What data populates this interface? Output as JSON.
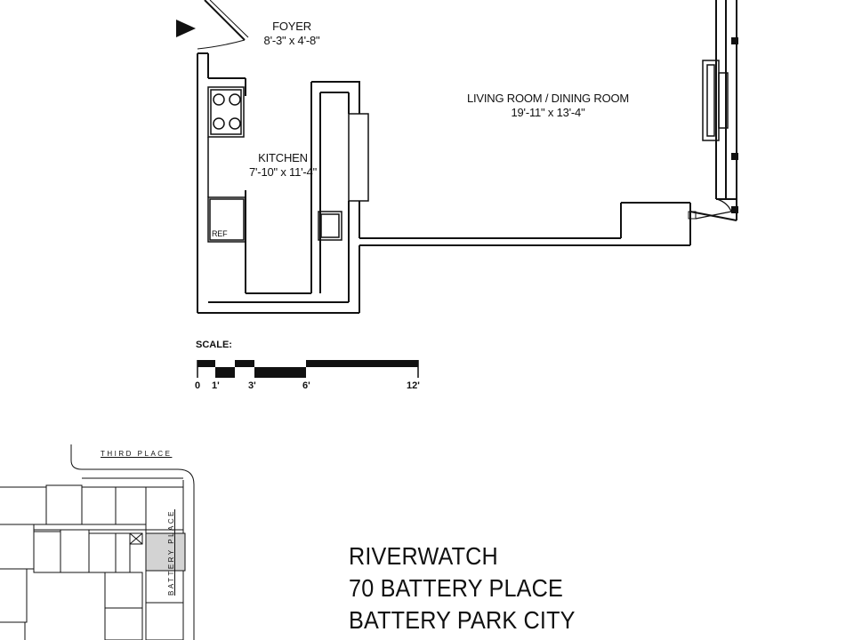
{
  "rooms": {
    "foyer": {
      "name": "FOYER",
      "dims": "8'-3\" x 4'-8\""
    },
    "kitchen": {
      "name": "KITCHEN",
      "dims": "7'-10\" x 11'-4\""
    },
    "living": {
      "name": "LIVING ROOM / DINING ROOM",
      "dims": "19'-11\" x 13'-4\""
    },
    "ref_label": "REF"
  },
  "scale": {
    "title": "SCALE:",
    "ticks": [
      "0",
      "1'",
      "3'",
      "6'",
      "12'"
    ]
  },
  "site_map": {
    "streets": [
      "THIRD PLACE",
      "BATTERY PLACE"
    ],
    "highlight_color": "#d3d3d3"
  },
  "address": {
    "line1": "RIVERWATCH",
    "line2": "70 BATTERY PLACE",
    "line3": "BATTERY PARK CITY"
  }
}
